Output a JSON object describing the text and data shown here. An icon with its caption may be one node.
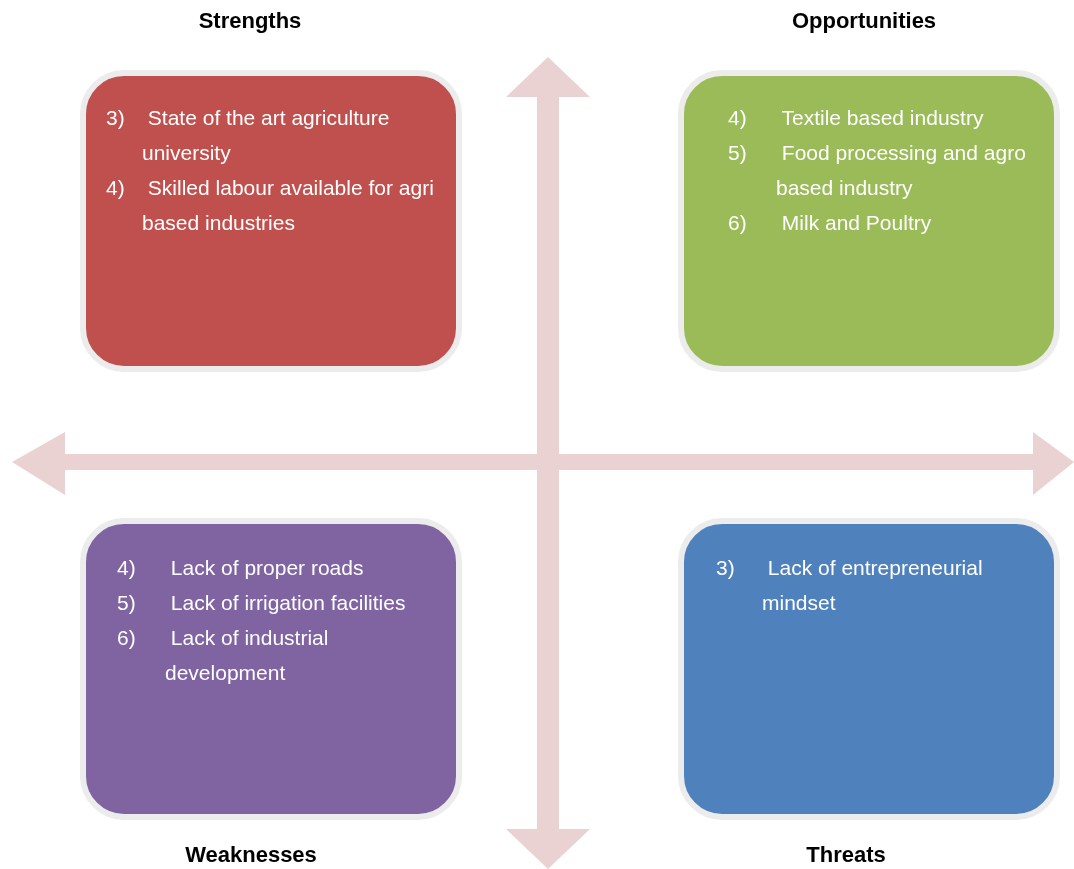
{
  "diagram": {
    "nodes": [
      {
        "text": [
          "Strengths",
          "3) State of the art agriculture university",
          "4) Skilled labour available for agri based industries"
        ]
      },
      {
        "text": [
          "Opportunities",
          "4) Textile based industry",
          "5) Food processing and agro based industry",
          "6) Milk and Poultry"
        ]
      },
      {
        "text": [
          "4) Lack of proper roads",
          "5) Lack of irrigation facilities",
          "6) Lack of industrial development",
          "Weaknesses"
        ]
      },
      {
        "text": [
          "3) Lack of entrepreneurial mindset",
          "Threats"
        ]
      }
    ],
    "edges": []
  }
}
